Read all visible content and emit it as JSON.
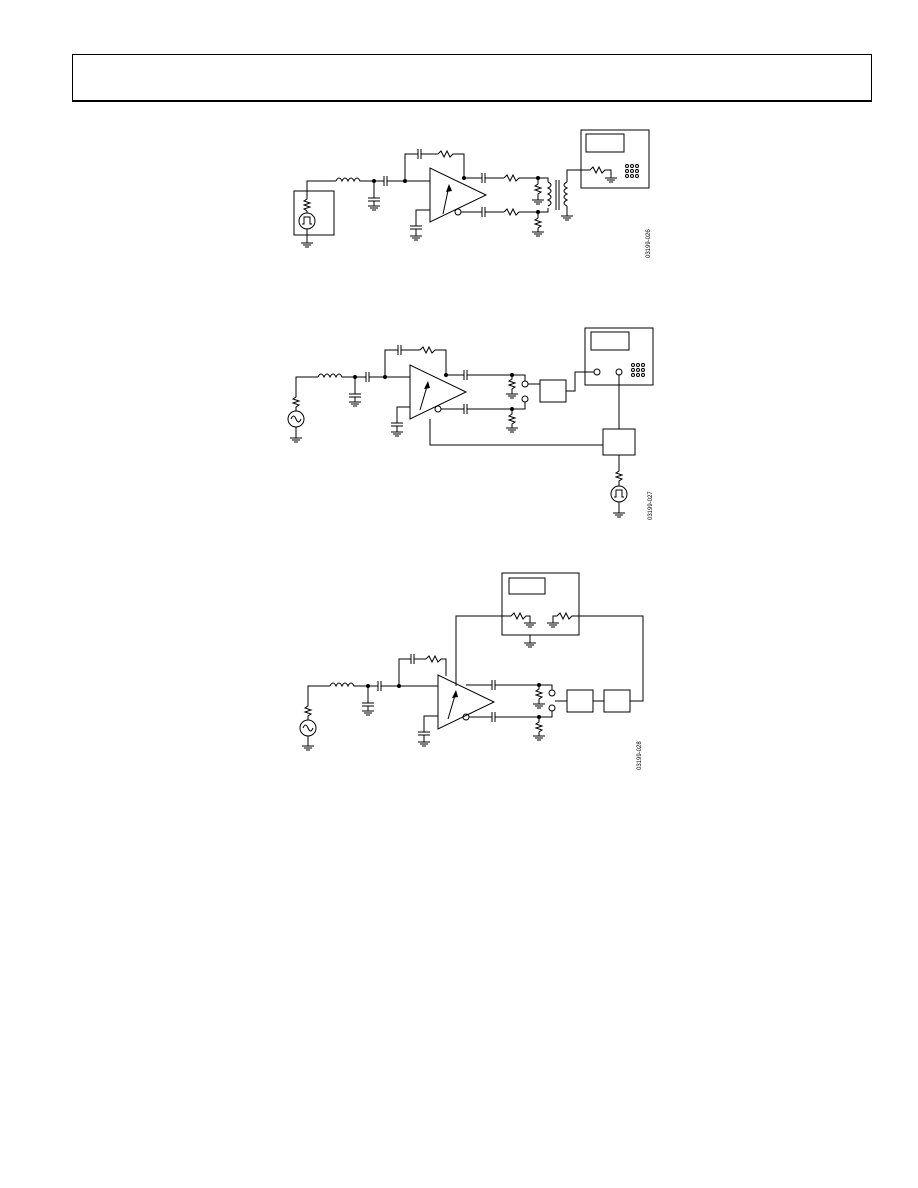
{
  "figures": [
    {
      "id": "03199-026"
    },
    {
      "id": "03199-027"
    },
    {
      "id": "03199-028"
    }
  ]
}
